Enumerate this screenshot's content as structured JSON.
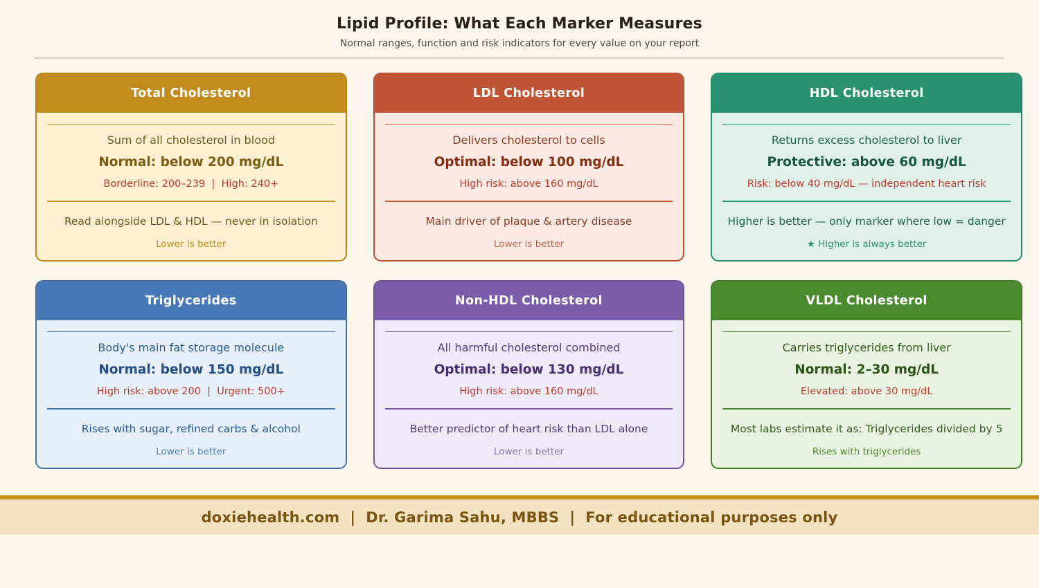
{
  "page": {
    "title": "Lipid Profile: What Each Marker Measures",
    "subtitle": "Normal ranges, function and risk indicators for every value on your report"
  },
  "cards": [
    {
      "title": "Total Cholesterol",
      "function": "Sum of all cholesterol in blood",
      "normal": "Normal: below 200 mg/dL",
      "risk": "Borderline: 200–239  |  High: 240+",
      "fact": "Read alongside LDL & HDL — never in isolation",
      "note": "Lower is better",
      "colors": {
        "header": "#c28c1c",
        "border": "#b98410",
        "body": "#fdf0d3",
        "line": "#c8921a",
        "text": "#6d5a1c",
        "strong": "#7b5c0f",
        "risk": "#c0392b",
        "note": "#bf8f1d"
      }
    },
    {
      "title": "LDL Cholesterol",
      "function": "Delivers cholesterol to cells",
      "normal": "Optimal: below 100 mg/dL",
      "risk": "High risk: above 160 mg/dL",
      "fact": "Main driver of plaque & artery disease",
      "note": "Lower is better",
      "colors": {
        "header": "#c05535",
        "border": "#b54d2e",
        "body": "#fbeae3",
        "line": "#c05535",
        "text": "#8e3b24",
        "strong": "#822d12",
        "risk": "#c0392b",
        "note": "#c2674d"
      }
    },
    {
      "title": "HDL Cholesterol",
      "function": "Returns excess cholesterol to liver",
      "normal": "Protective: above 60 mg/dL",
      "risk": "Risk: below 40 mg/dL — independent heart risk",
      "fact": "Higher is better — only marker where low = danger",
      "note": "★ Higher is always better",
      "colors": {
        "header": "#2a9270",
        "border": "#27896a",
        "body": "#e0f1ea",
        "line": "#2a9270",
        "text": "#1f5f49",
        "strong": "#175541",
        "risk": "#c0392b",
        "note": "#2a9270"
      }
    },
    {
      "title": "Triglycerides",
      "function": "Body's main fat storage molecule",
      "normal": "Normal: below 150 mg/dL",
      "risk": "High risk: above 200  |  Urgent: 500+",
      "fact": "Rises with sugar, refined carbs & alcohol",
      "note": "Lower is better",
      "colors": {
        "header": "#4878b5",
        "border": "#416fa9",
        "body": "#e7eff8",
        "line": "#4878b5",
        "text": "#2d5b96",
        "strong": "#234e87",
        "risk": "#c0392b",
        "note": "#5181b8"
      }
    },
    {
      "title": "Non-HDL Cholesterol",
      "function": "All harmful cholesterol combined",
      "normal": "Optimal: below 130 mg/dL",
      "risk": "High risk: above 160 mg/dL",
      "fact": "Better predictor of heart risk than LDL alone",
      "note": "Lower is better",
      "colors": {
        "header": "#7a5ca8",
        "border": "#6f539b",
        "body": "#efeaf7",
        "line": "#7a5ca8",
        "text": "#533a7e",
        "strong": "#47306f",
        "risk": "#c0392b",
        "note": "#8a77ad"
      }
    },
    {
      "title": "VLDL Cholesterol",
      "function": "Carries triglycerides from liver",
      "normal": "Normal: 2–30 mg/dL",
      "risk": "Elevated: above 30 mg/dL",
      "fact": "Most labs estimate it as: Triglycerides divided by 5",
      "note": "Rises with triglycerides",
      "colors": {
        "header": "#4b8b2f",
        "border": "#417e28",
        "body": "#eaf3e2",
        "line": "#4b8b2f",
        "text": "#2f5e1b",
        "strong": "#285415",
        "risk": "#c0392b",
        "note": "#4b8b2f"
      }
    }
  ],
  "footer": {
    "text": "doxiehealth.com  |  Dr. Garima Sahu, MBBS  |  For educational purposes only"
  }
}
